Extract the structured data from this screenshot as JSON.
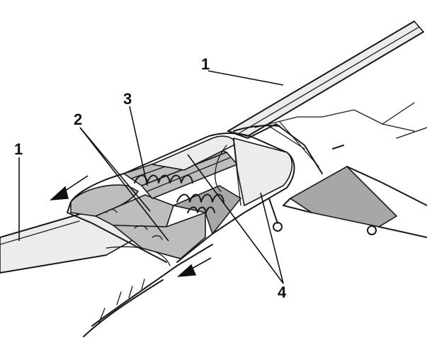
{
  "callouts": [
    {
      "id": "1a",
      "text": "1"
    },
    {
      "id": "1b",
      "text": "1"
    },
    {
      "id": "2",
      "text": "2"
    },
    {
      "id": "3",
      "text": "3"
    },
    {
      "id": "4",
      "text": "4"
    }
  ],
  "colors": {
    "ink": "#1a1a1a",
    "shading": "#bdbdbd",
    "background": "#ffffff"
  }
}
